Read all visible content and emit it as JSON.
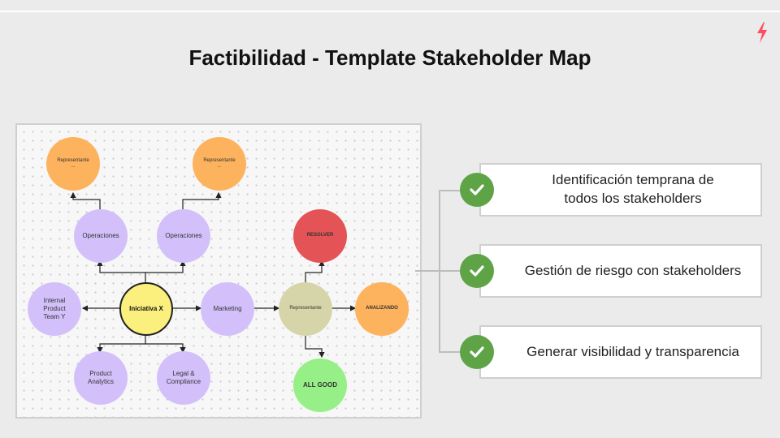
{
  "slide": {
    "title": "Factibilidad - Template Stakeholder Map",
    "logo_icon": "lightning-bolt-icon",
    "accent_color": "#ff4d5e"
  },
  "diagram": {
    "nodes": {
      "rep_left": "Representante\n...",
      "rep_right": "Representante\n...",
      "ops_left": "Operaciones",
      "ops_right": "Operaciones",
      "internal_team": "Internal\nProduct\nTeam Y",
      "initiative": "Iniciativa X",
      "marketing": "Marketing",
      "product_analytics": "Product\nAnalytics",
      "legal": "Legal &\nCompliance",
      "representante": "Representante",
      "resolver": "RESOLVER",
      "analizando": "ANALIZANDO",
      "all_good": "ALL GOOD"
    }
  },
  "benefits": [
    {
      "text": "Identificación temprana de\ntodos los stakeholders",
      "icon": "check-icon"
    },
    {
      "text": "Gestión de riesgo con stakeholders",
      "icon": "check-icon"
    },
    {
      "text": "Generar visibilidad y transparencia",
      "icon": "check-icon"
    }
  ]
}
